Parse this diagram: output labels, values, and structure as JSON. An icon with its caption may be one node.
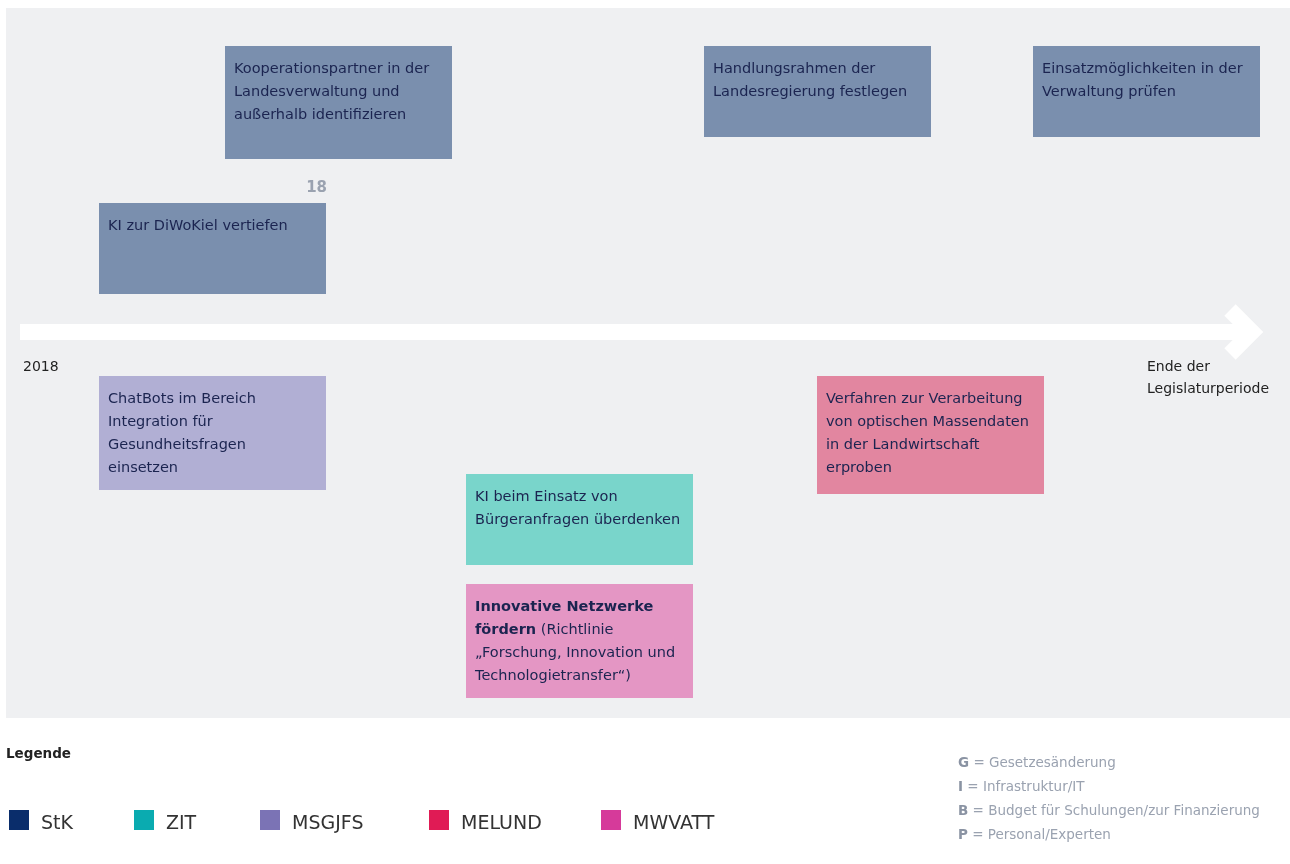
{
  "diagram": {
    "nodes": [
      {
        "text": [
          "Kooperationspartner in der Landesverwaltung und außerhalb identifizieren"
        ]
      },
      {
        "text": [
          "Handlungsrahmen der Landesregierung festlegen"
        ]
      },
      {
        "text": [
          "Einsatzmöglichkeiten in der Verwaltung prüfen"
        ]
      },
      {
        "text": [
          "KI zur DiWoKiel vertiefen"
        ]
      },
      {
        "text": [
          "ChatBots im Bereich Integration für Gesundheitsfragen einsetzen"
        ]
      },
      {
        "text": [
          "Verfahren zur Verarbeitung von optischen Massendaten in der Landwirtschaft erproben"
        ]
      },
      {
        "text": [
          "KI beim Einsatz von Bürgeranfragen überdenken"
        ]
      },
      {
        "text": [
          "**Innovative Netzwerke fördern** (Richtlinie „Forschung, Innovation und Technologietransfer“)"
        ]
      }
    ],
    "labels": [
      "18",
      "2018",
      "Ende der Legislaturperiode",
      "Legende",
      "**G** = Gesetzesänderung",
      "**I** = Infrastruktur/IT",
      "**B** = Budget für Schulungen/zur Finanzierung",
      "**P** = Personal/Experten"
    ],
    "legend": [
      {
        "text": "StK",
        "color": "#0a2d6b"
      },
      {
        "text": "ZIT",
        "color": "#0aabb0"
      },
      {
        "text": "MSGJFS",
        "color": "#7b73b5"
      },
      {
        "text": "MELUND",
        "color": "#e01b55"
      },
      {
        "text": "MWVATT",
        "color": "#d63a9a"
      }
    ]
  }
}
